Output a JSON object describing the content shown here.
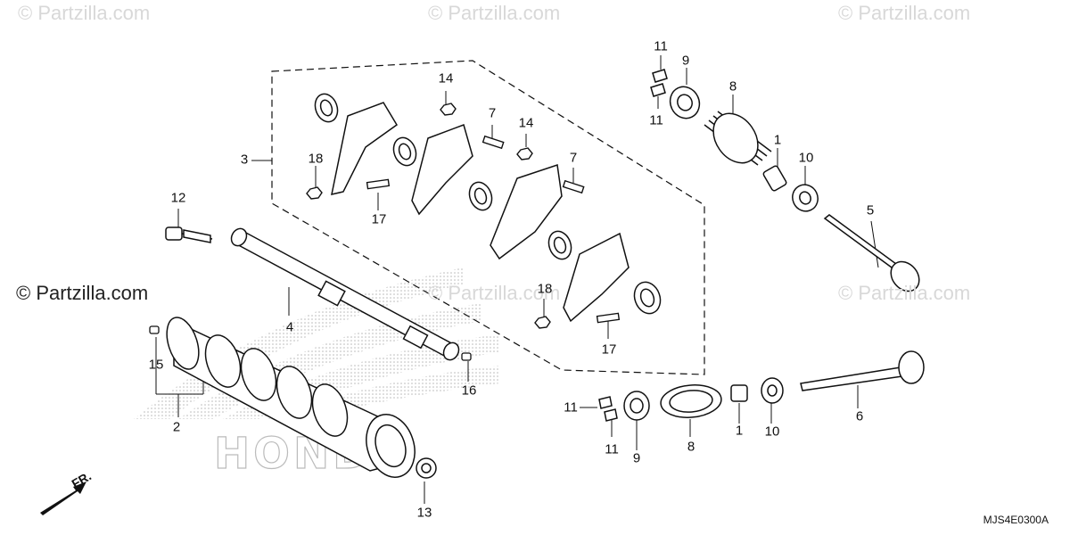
{
  "watermarks": {
    "top_left": "© Partzilla.com",
    "top_center": "© Partzilla.com",
    "top_right": "© Partzilla.com",
    "mid_left": "© Partzilla.com",
    "mid_center": "© Partzilla.com",
    "mid_right": "© Partzilla.com"
  },
  "callouts": {
    "c1_top": "1",
    "c1_bottom": "1",
    "c2": "2",
    "c3": "3",
    "c4": "4",
    "c5": "5",
    "c6": "6",
    "c7_a": "7",
    "c7_b": "7",
    "c8_top": "8",
    "c8_bottom": "8",
    "c9_top": "9",
    "c9_bottom": "9",
    "c10_top": "10",
    "c10_bottom": "10",
    "c11_a": "11",
    "c11_b": "11",
    "c11_c": "11",
    "c11_d": "11",
    "c12": "12",
    "c13": "13",
    "c14_a": "14",
    "c14_b": "14",
    "c15": "15",
    "c16": "16",
    "c17_a": "17",
    "c17_b": "17",
    "c18_a": "18",
    "c18_b": "18"
  },
  "front_indicator": "FR.",
  "diagram_code": "MJS4E0300A",
  "colors": {
    "line": "#111111",
    "watermark": "#d8d8d8",
    "honda_dots": "#b8b8b8"
  }
}
